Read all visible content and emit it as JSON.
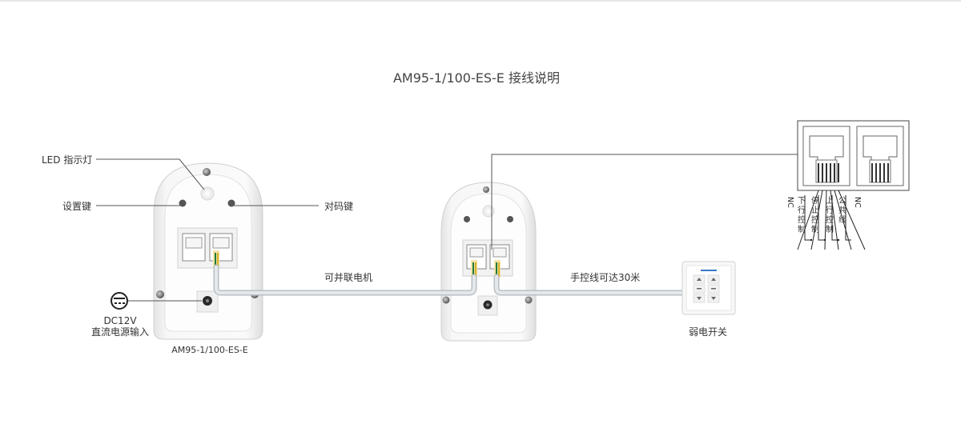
{
  "title": "AM95-1/100-ES-E 接线说明",
  "labels": {
    "led": "LED 指示灯",
    "set_key": "设置键",
    "pair_key": "对码键",
    "dc_line1": "DC12V",
    "dc_line2": "直流电源输入",
    "model": "AM95-1/100-ES-E",
    "parallel": "可并联电机",
    "hand_wire": "手控线可达30米",
    "switch": "弱电开关"
  },
  "pins": [
    "NC",
    "下行控制",
    "停止控制",
    "上行控制",
    "公共线",
    "NC"
  ],
  "colors": {
    "cable": "#d9dde0",
    "line": "#555555"
  }
}
